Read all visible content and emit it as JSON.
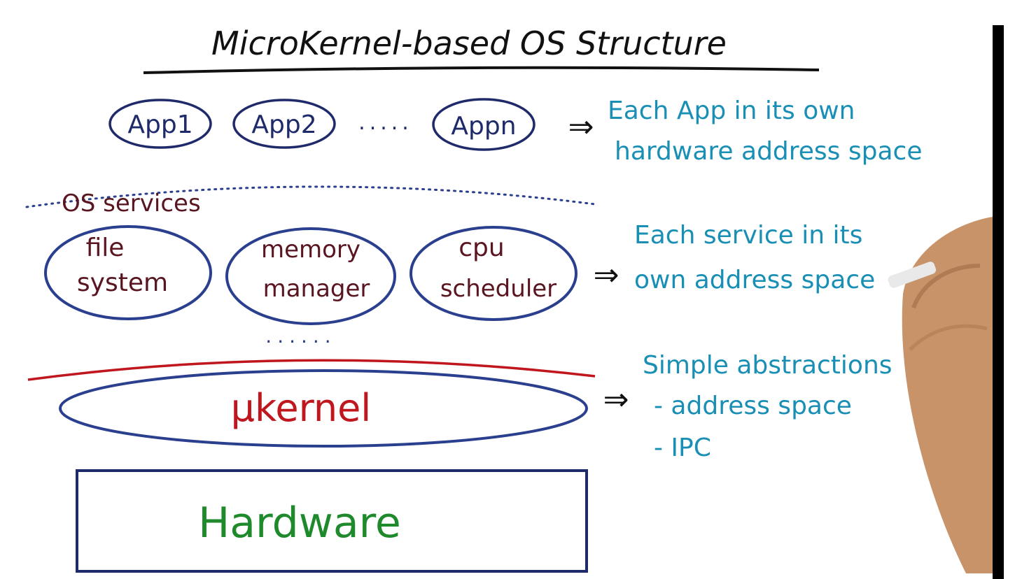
{
  "title": "MicroKernel-based OS Structure",
  "apps": [
    "App1",
    "App2",
    "Appn"
  ],
  "apps_ellipsis": ".....",
  "apps_note": {
    "line1": "Each App in its own",
    "line2": "hardware address space"
  },
  "os_services_label": "OS services",
  "services": [
    {
      "line1": "file",
      "line2": "system"
    },
    {
      "line1": "memory",
      "line2": "manager"
    },
    {
      "line1": "cpu",
      "line2": "scheduler"
    }
  ],
  "services_ellipsis": "......",
  "services_note": {
    "line1": "Each service in its",
    "line2": "own address space"
  },
  "kernel_label": "μkernel",
  "kernel_note": {
    "line1": "Simple abstractions",
    "line2": "- address space",
    "line3": "- IPC"
  },
  "arrow_glyph": "⇒",
  "hardware_label": "Hardware",
  "colors": {
    "ink_black": "#111111",
    "navy": "#1f2a6b",
    "ellipse_blue": "#2b3f8f",
    "maroon": "#5a1620",
    "red": "#c0161e",
    "green": "#1f8a2c",
    "teal": "#1a8fb5",
    "skin": "#c9936a"
  }
}
